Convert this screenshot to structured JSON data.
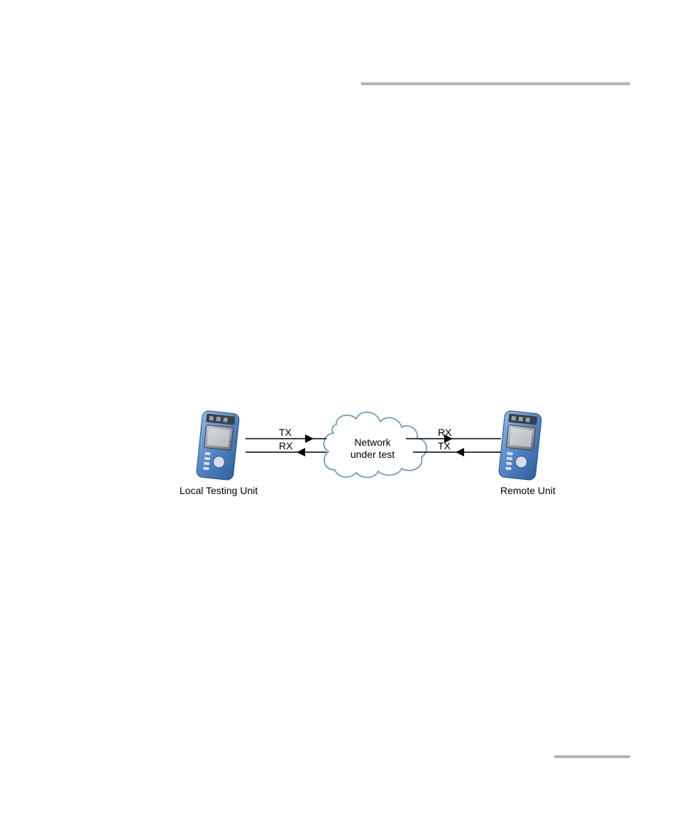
{
  "diagram": {
    "local_unit_label": "Local Testing Unit",
    "remote_unit_label": "Remote Unit",
    "cloud_line1": "Network",
    "cloud_line2": "under test",
    "left_tx": "TX",
    "left_rx": "RX",
    "right_rx": "RX",
    "right_tx": "TX"
  },
  "colors": {
    "rule": "#b3b3b3",
    "device_body": "#5b8fc9",
    "device_screen": "#8a8f96",
    "line": "#000000"
  }
}
